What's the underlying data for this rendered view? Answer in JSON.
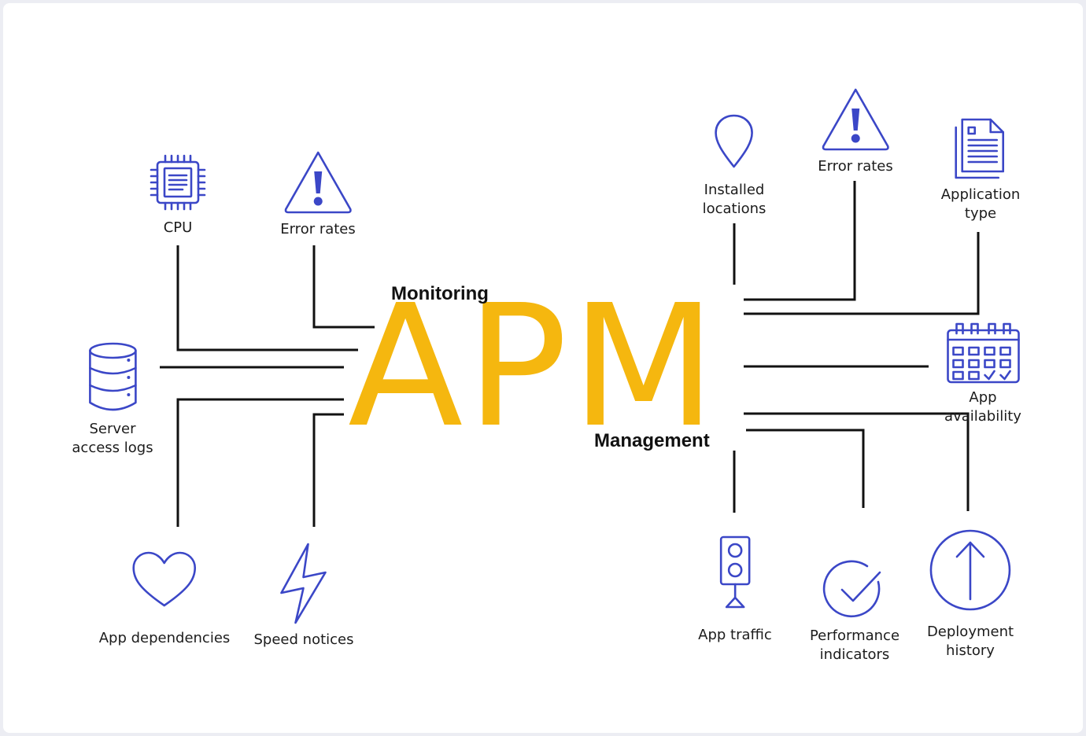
{
  "diagram": {
    "title": "APM",
    "top_word": "Monitoring",
    "bottom_word": "Management",
    "colors": {
      "title": "#f5b70f",
      "icon": "#3b47c7",
      "line": "#111111"
    },
    "monitoring_items": [
      {
        "label": "CPU",
        "icon": "cpu-chip-icon"
      },
      {
        "label": "Error rates",
        "icon": "warning-triangle-icon"
      },
      {
        "label": "Server\naccess logs",
        "icon": "database-icon"
      },
      {
        "label": "App dependencies",
        "icon": "heart-icon"
      },
      {
        "label": "Speed notices",
        "icon": "lightning-bolt-icon"
      }
    ],
    "management_items": [
      {
        "label": "Installed\nlocations",
        "icon": "location-pin-icon"
      },
      {
        "label": "Error rates",
        "icon": "warning-triangle-icon"
      },
      {
        "label": "Application\ntype",
        "icon": "document-icon"
      },
      {
        "label": "App availability",
        "icon": "calendar-check-icon"
      },
      {
        "label": "App traffic",
        "icon": "traffic-light-icon"
      },
      {
        "label": "Performance\nindicators",
        "icon": "check-circle-icon"
      },
      {
        "label": "Deployment\nhistory",
        "icon": "arrow-up-circle-icon"
      }
    ]
  }
}
